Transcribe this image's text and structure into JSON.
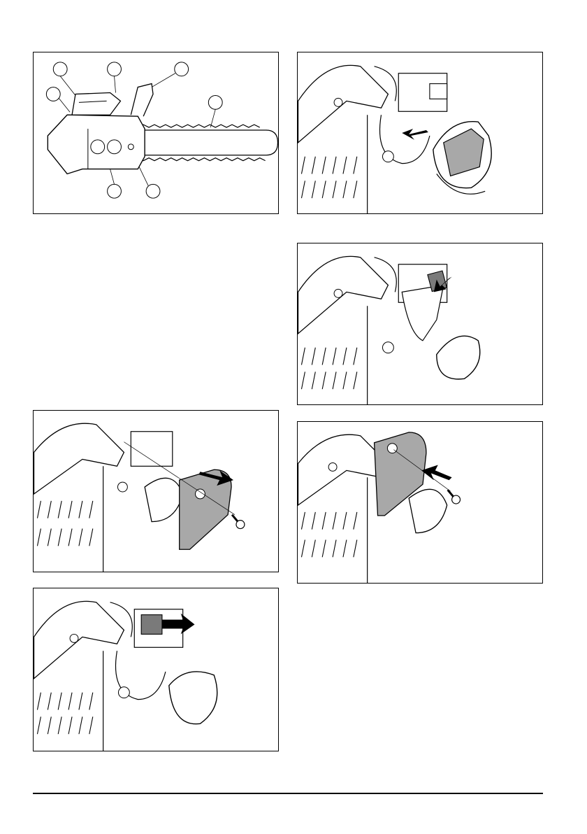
{
  "document": {
    "page_type": "manual-illustration-page",
    "figures": [
      {
        "id": "fig-1",
        "subject": "saw-overview",
        "callouts": [
          "",
          "",
          "",
          "",
          "",
          "",
          "",
          "",
          ""
        ]
      },
      {
        "id": "fig-2",
        "subject": "insert-battery"
      },
      {
        "id": "fig-3",
        "subject": "connect-plug"
      },
      {
        "id": "fig-4",
        "subject": "remove-cover"
      },
      {
        "id": "fig-5",
        "subject": "install-cover"
      },
      {
        "id": "fig-6",
        "subject": "disconnect-plug"
      }
    ]
  },
  "colors": {
    "line": "#000000",
    "gray_part": "#a8a8a8",
    "dark_part": "#7a7a7a",
    "background": "#ffffff"
  }
}
